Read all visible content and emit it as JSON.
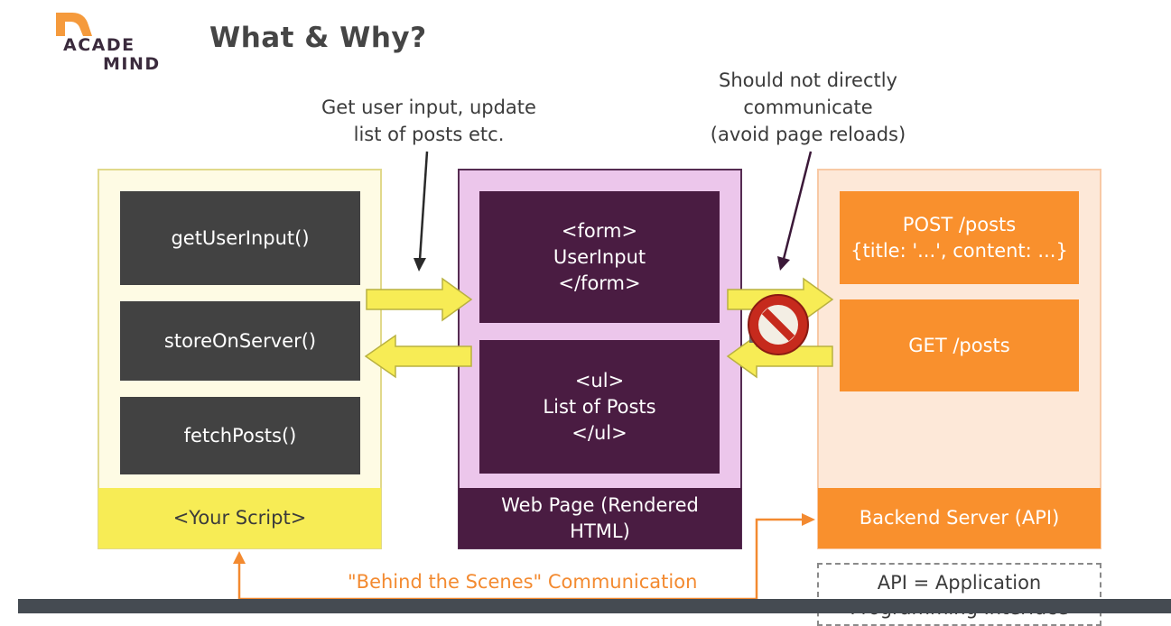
{
  "logo": {
    "line1": "ACADE",
    "line2": "MIND"
  },
  "slide_title": "What & Why?",
  "notes": {
    "left_line1": "Get user input, update",
    "left_line2": "list of posts etc.",
    "right_line1": "Should not directly",
    "right_line2": "communicate",
    "right_line3": "(avoid page reloads)"
  },
  "script_panel": {
    "functions": [
      "getUserInput()",
      "storeOnServer()",
      "fetchPosts()"
    ],
    "footer": "<Your Script>"
  },
  "web_panel": {
    "form_lines": [
      "<form>",
      "UserInput",
      "</form>"
    ],
    "list_lines": [
      "<ul>",
      "List of Posts",
      "</ul>"
    ],
    "footer_line1": "Web Page (Rendered",
    "footer_line2": "HTML)"
  },
  "server_panel": {
    "post_line1": "POST /posts",
    "post_line2": "{title: '...', content: ...}",
    "get_label": "GET /posts",
    "footer": "Backend Server (API)"
  },
  "behind_label": "\"Behind the Scenes\" Communication",
  "api_note": {
    "line1": "API = Application",
    "line2": "Programming Interface"
  },
  "colors": {
    "script_bg": "#fefbe4",
    "yellow": "#f7ec55",
    "dark_box": "#424242",
    "web_bg": "#ecc6eb",
    "plum": "#4a1c42",
    "server_bg": "#fde8d8",
    "orange": "#f9902d",
    "forbidden_red": "#c62a1d"
  },
  "icons": {
    "logo": "academind-logo-icon",
    "forbidden": "no-entry-icon"
  }
}
